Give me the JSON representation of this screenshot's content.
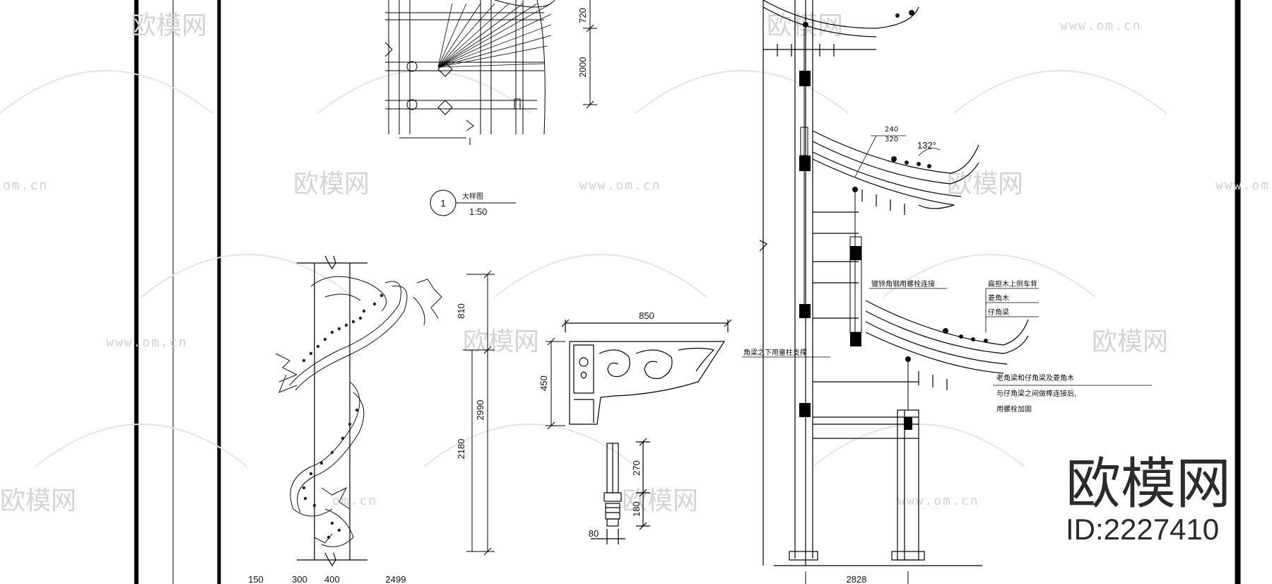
{
  "detail_label": {
    "number": "1",
    "title": "大样图",
    "scale": "1:50"
  },
  "dimensions": {
    "top_vertical": [
      "720",
      "2000"
    ],
    "dragon_column": [
      "810",
      "2990",
      "2180"
    ],
    "bracket": {
      "width": "850",
      "height": "450"
    },
    "pin": {
      "upper": "270",
      "lower": "180",
      "width": "80"
    },
    "bottom_row": [
      "150",
      "300",
      "400",
      "2499"
    ],
    "section_bottom": "2828",
    "eave_note": [
      "240",
      "320"
    ],
    "angle": "132°"
  },
  "annotations": {
    "steel_bolt": "镀锌角钢用螺栓连接",
    "lower_beam": "角梁之下用童柱支撑",
    "callout_1": "扁担木上侧车背",
    "callout_2": "菱角木",
    "callout_3": "仔角梁",
    "note_line_1": "老角梁和仔角梁及菱角木",
    "note_line_2": "与仔角梁之间做榫连接后,",
    "note_line_3": "用螺栓加固"
  },
  "watermark": {
    "brand": "欧模网",
    "url": "www.om.cn",
    "url_fragment": "om.cn",
    "id_label": "ID:2227410"
  }
}
